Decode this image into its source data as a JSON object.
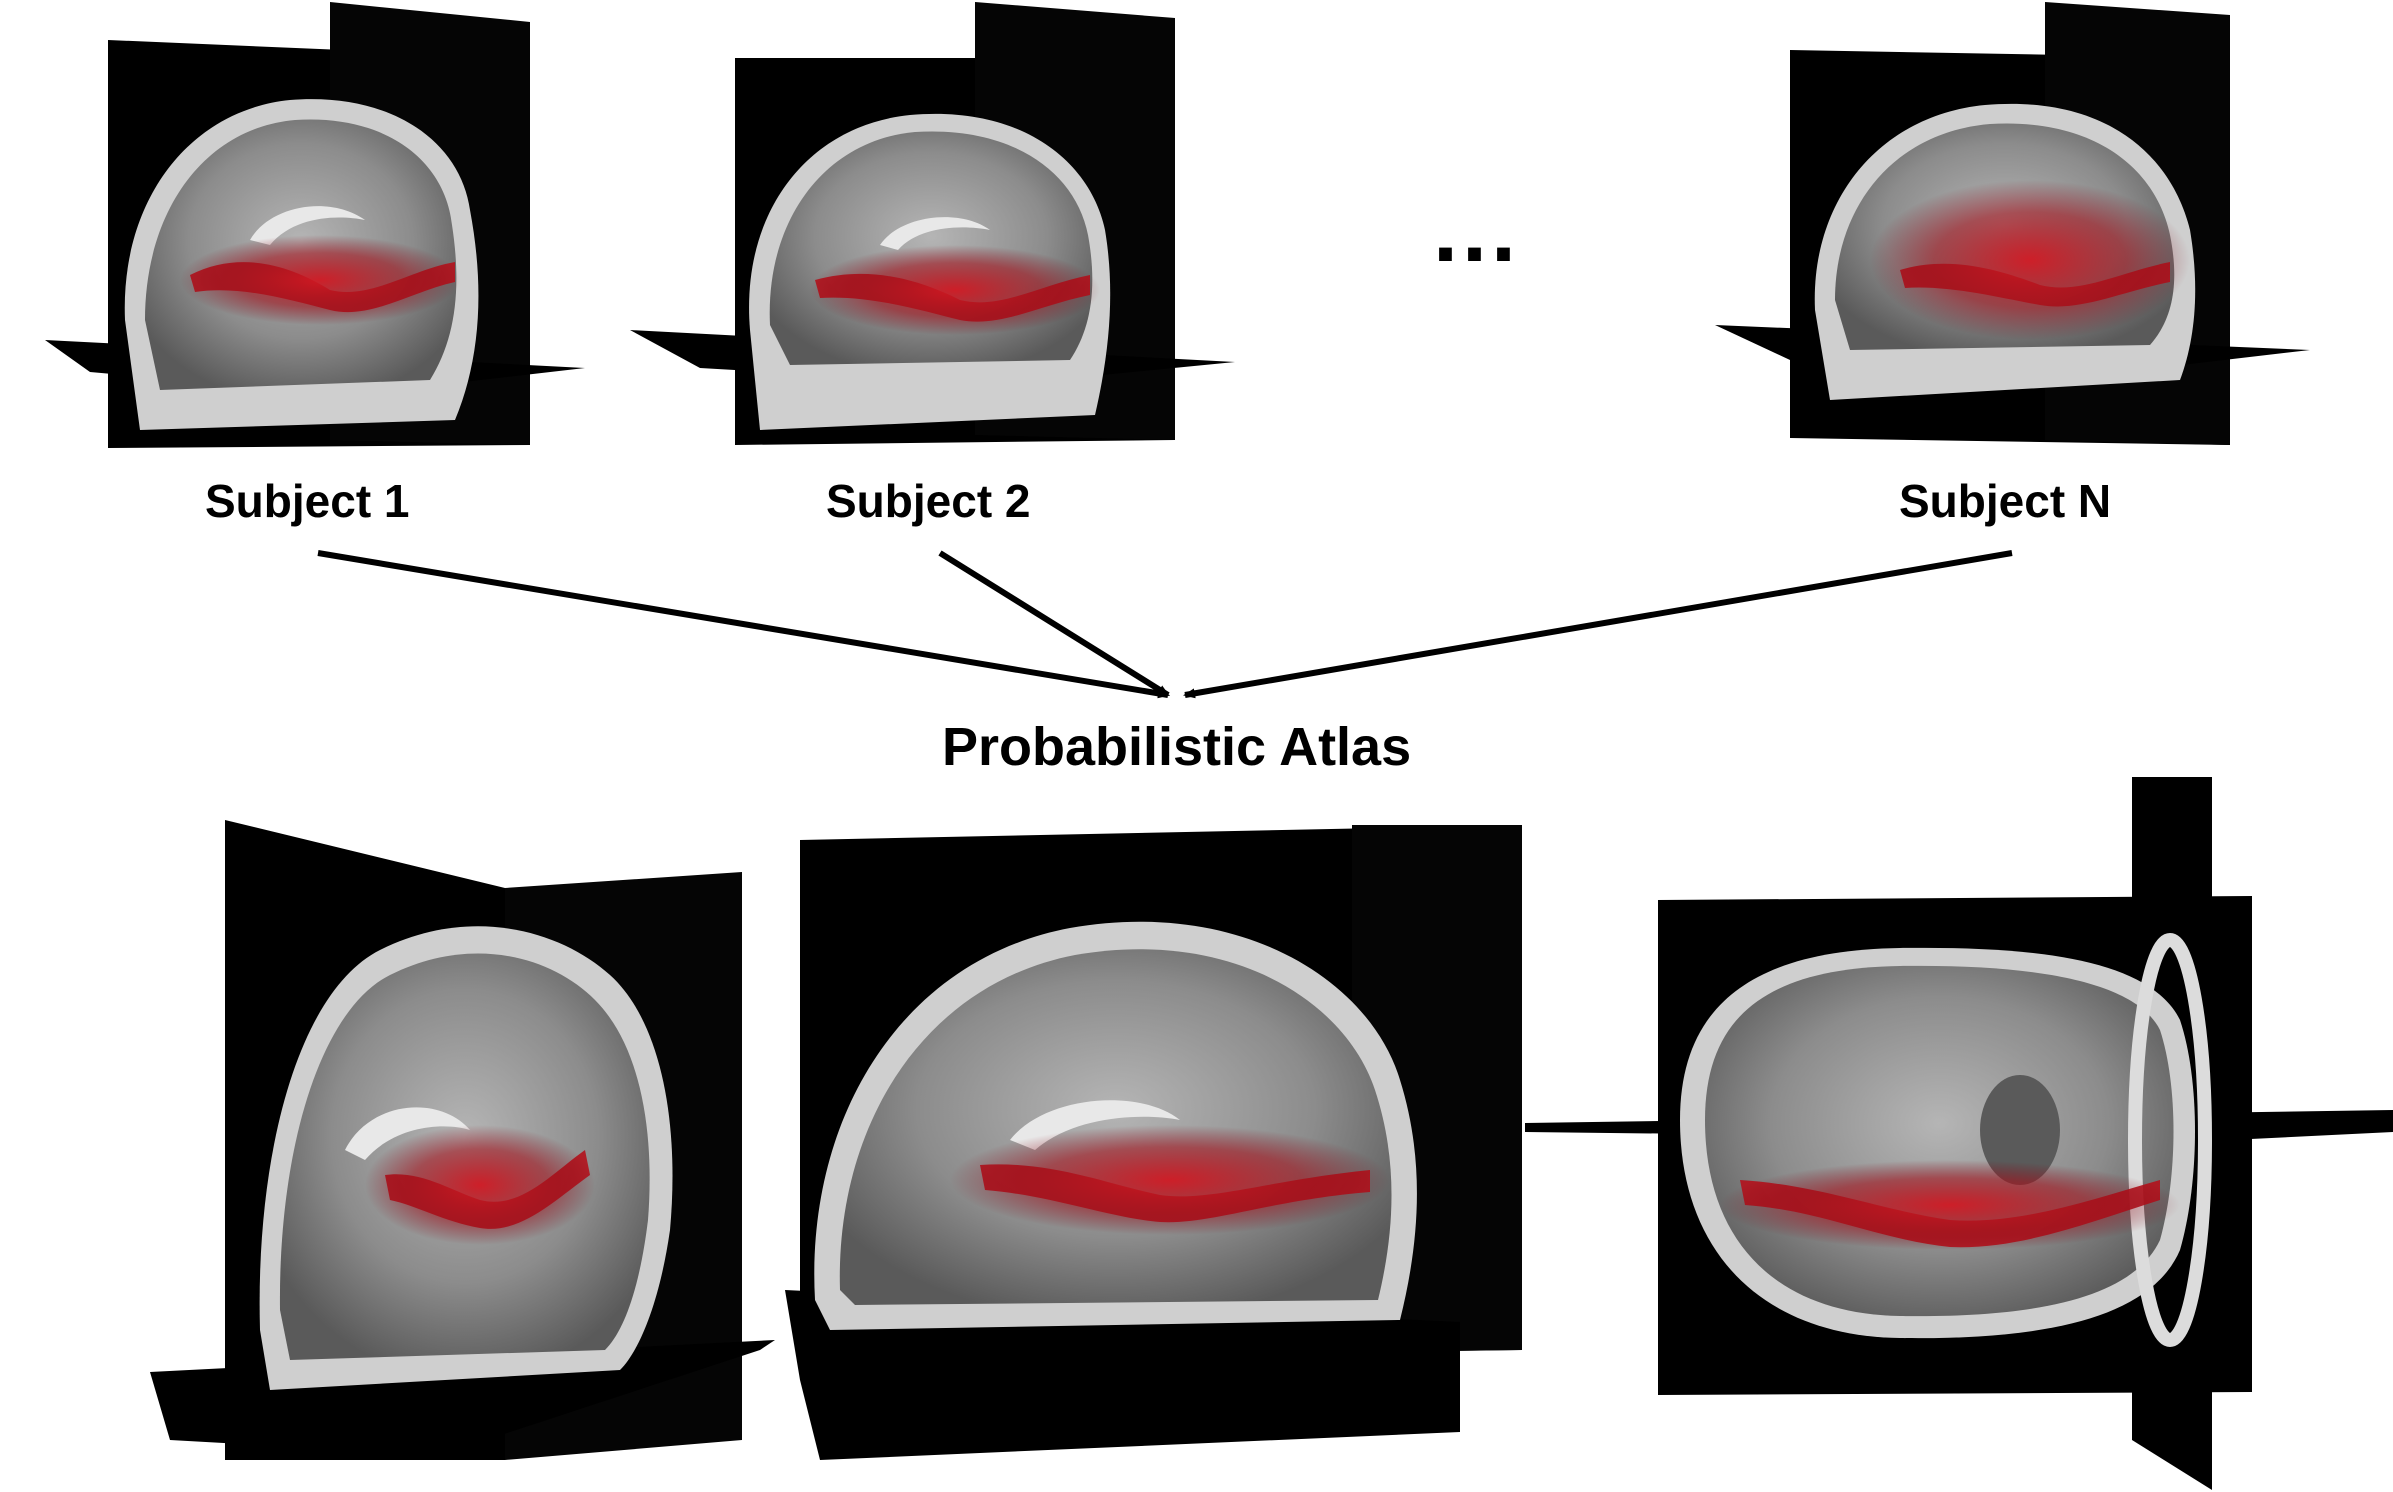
{
  "labels": {
    "subject_1": "Subject 1",
    "subject_2": "Subject 2",
    "subject_n": "Subject N",
    "ellipsis": "...",
    "atlas": "Probabilistic Atlas"
  },
  "colors": {
    "background": "#ffffff",
    "slice_plane": "#000000",
    "brain_tissue": "#9a9a9a",
    "tract": "#b3121c",
    "arrow": "#000000"
  },
  "icons": {
    "brain_view": "brain-mri-3d-icon",
    "arrow": "arrow-icon"
  }
}
